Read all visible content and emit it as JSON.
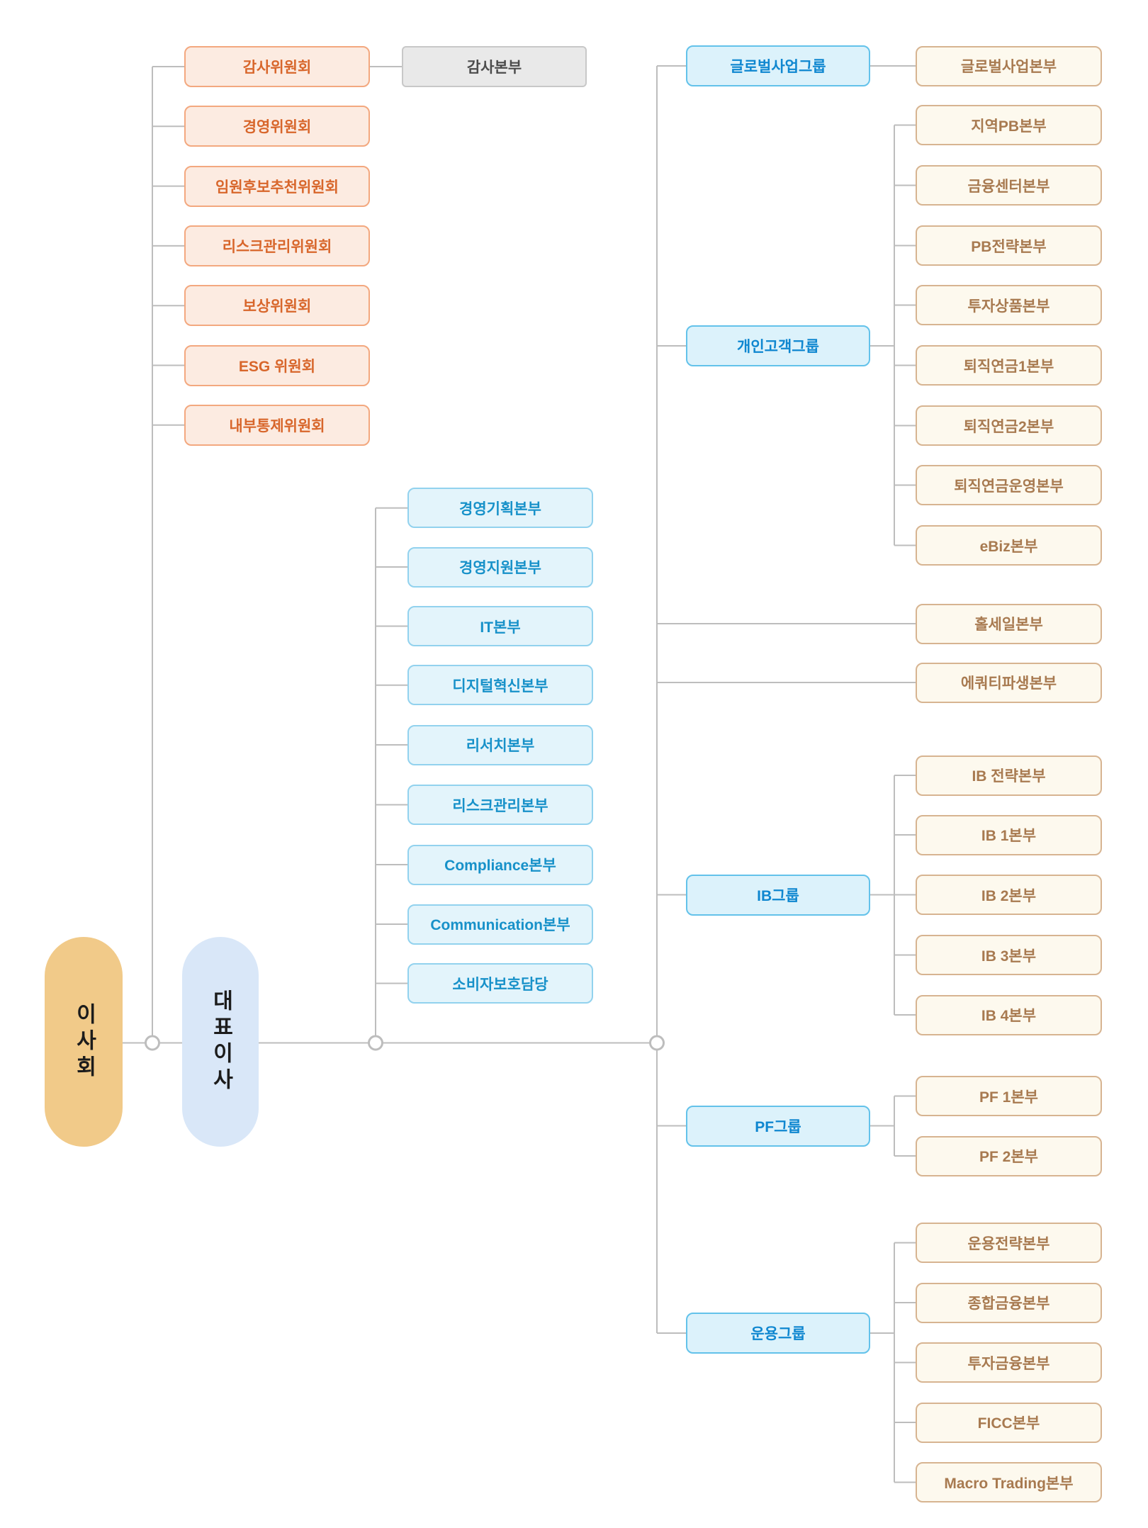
{
  "palette": {
    "line": "#bdbdbd",
    "committee_fill": "#fcebe1",
    "committee_border": "#f3a87f",
    "committee_text": "#d8662b",
    "gray_fill": "#e9e9e9",
    "gray_border": "#c8c8c8",
    "gray_text": "#4c4c4c",
    "mid_fill": "#e3f4fb",
    "mid_border": "#92d2ee",
    "mid_text": "#1791c9",
    "group_fill": "#dcf2fb",
    "group_border": "#63c2ea",
    "group_text": "#0f87d0",
    "child_fill": "#fdf9ee",
    "child_border": "#d7b491",
    "child_text": "#a87a50",
    "board_fill": "#f1ca89",
    "ceo_fill": "#d9e7f8"
  },
  "board": {
    "label": "이사회"
  },
  "ceo": {
    "label": "대표이사"
  },
  "committees": {
    "items": [
      {
        "label": "감사위원회"
      },
      {
        "label": "경영위원회"
      },
      {
        "label": "임원후보추천위원회"
      },
      {
        "label": "리스크관리위원회"
      },
      {
        "label": "보상위원회"
      },
      {
        "label": "ESG 위원회"
      },
      {
        "label": "내부통제위원회"
      }
    ]
  },
  "audit_hq": {
    "label": "감사본부"
  },
  "hq": {
    "items": [
      {
        "label": "경영기획본부"
      },
      {
        "label": "경영지원본부"
      },
      {
        "label": "IT본부"
      },
      {
        "label": "디지털혁신본부"
      },
      {
        "label": "리서치본부"
      },
      {
        "label": "리스크관리본부"
      },
      {
        "label": "Compliance본부"
      },
      {
        "label": "Communication본부"
      },
      {
        "label": "소비자보호담당"
      }
    ]
  },
  "business": {
    "groups": [
      {
        "label": "글로벌사업그룹",
        "children": [
          {
            "label": "글로벌사업본부"
          }
        ]
      },
      {
        "label": "개인고객그룹",
        "children": [
          {
            "label": "지역PB본부"
          },
          {
            "label": "금융센터본부"
          },
          {
            "label": "PB전략본부"
          },
          {
            "label": "투자상품본부"
          },
          {
            "label": "퇴직연금1본부"
          },
          {
            "label": "퇴직연금2본부"
          },
          {
            "label": "퇴직연금운영본부"
          },
          {
            "label": "eBiz본부"
          }
        ]
      },
      {
        "label": "IB그룹",
        "children": [
          {
            "label": "IB 전략본부"
          },
          {
            "label": "IB 1본부"
          },
          {
            "label": "IB 2본부"
          },
          {
            "label": "IB 3본부"
          },
          {
            "label": "IB 4본부"
          }
        ]
      },
      {
        "label": "PF그룹",
        "children": [
          {
            "label": "PF 1본부"
          },
          {
            "label": "PF 2본부"
          }
        ]
      },
      {
        "label": "운용그룹",
        "children": [
          {
            "label": "운용전략본부"
          },
          {
            "label": "종합금융본부"
          },
          {
            "label": "투자금융본부"
          },
          {
            "label": "FICC본부"
          },
          {
            "label": "Macro Trading본부"
          }
        ]
      }
    ],
    "direct_divisions": [
      {
        "label": "홀세일본부"
      },
      {
        "label": "에쿼티파생본부"
      }
    ]
  }
}
